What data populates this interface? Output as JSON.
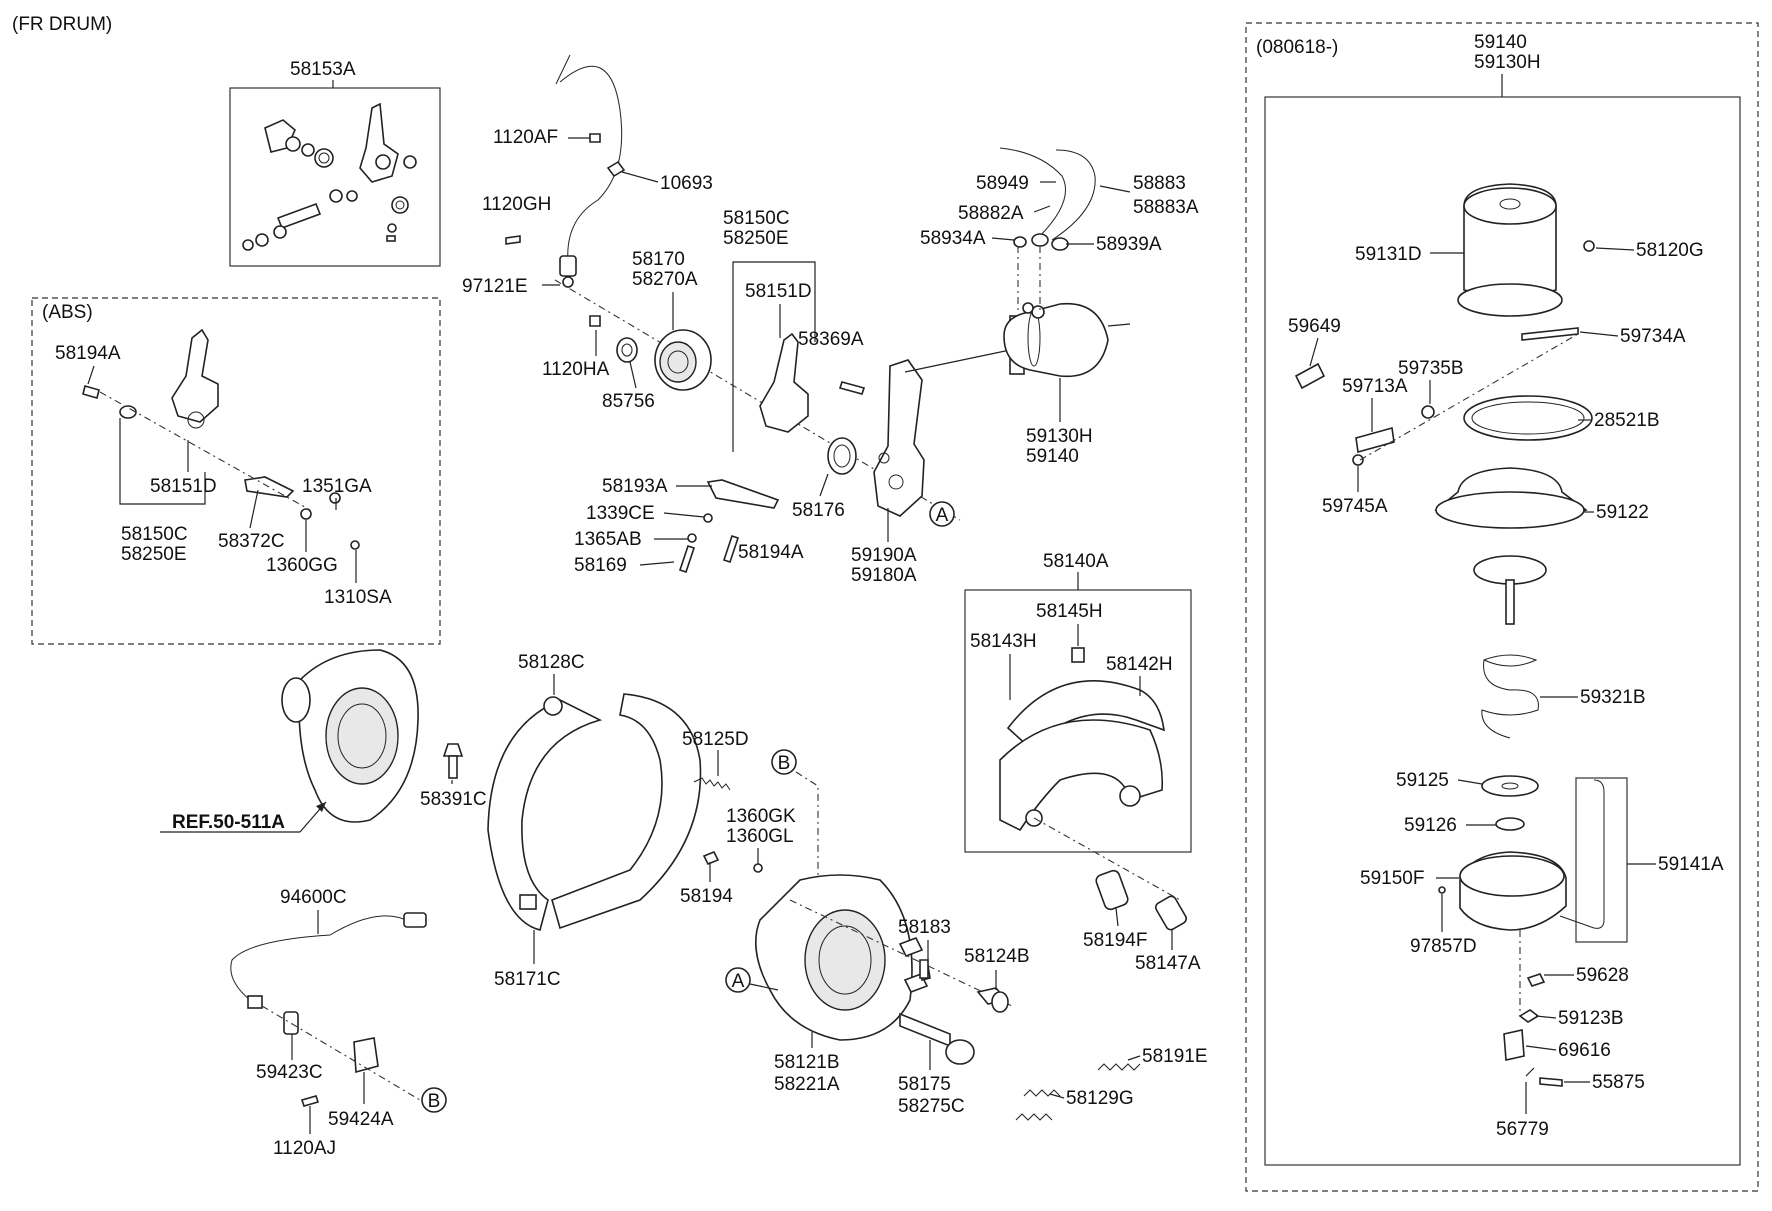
{
  "title": "(FR DRUM)",
  "abs_title": "(ABS)",
  "variant_title": "(080618-)",
  "ref_label": "REF.50-511A",
  "markers": {
    "a": "A",
    "b": "B"
  },
  "labels": {
    "p58153A": "58153A",
    "p1120AF": "1120AF",
    "p10693": "10693",
    "p1120GH": "1120GH",
    "p97121E": "97121E",
    "p1120HA": "1120HA",
    "p58170": "58170",
    "p58270A": "58270A",
    "p85756": "85756",
    "p58150C_top": "58150C",
    "p58250E_top": "58250E",
    "p58151D_top": "58151D",
    "p58369A": "58369A",
    "p58193A": "58193A",
    "p1339CE": "1339CE",
    "p1365AB": "1365AB",
    "p58169": "58169",
    "p58194A_mid": "58194A",
    "p58176": "58176",
    "p59190A": "59190A",
    "p59180A": "59180A",
    "p58949": "58949",
    "p58882A": "58882A",
    "p58934A": "58934A",
    "p58883": "58883",
    "p58883A": "58883A",
    "p58939A": "58939A",
    "p59130H_mid": "59130H",
    "p59140_mid": "59140",
    "p58194A_abs": "58194A",
    "p58151D_abs": "58151D",
    "p58150C_abs": "58150C",
    "p58250E_abs": "58250E",
    "p58372C": "58372C",
    "p1351GA": "1351GA",
    "p1360GG": "1360GG",
    "p1310SA": "1310SA",
    "p58391C": "58391C",
    "p58128C": "58128C",
    "p58125D": "58125D",
    "p1360GK": "1360GK",
    "p1360GL": "1360GL",
    "p58194": "58194",
    "p58171C": "58171C",
    "p94600C": "94600C",
    "p59423C": "59423C",
    "p59424A": "59424A",
    "p1120AJ": "1120AJ",
    "p58183": "58183",
    "p58124B": "58124B",
    "p58121B": "58121B",
    "p58221A": "58221A",
    "p58175": "58175",
    "p58275C": "58275C",
    "p58191E": "58191E",
    "p58129G": "58129G",
    "p58140A": "58140A",
    "p58145H": "58145H",
    "p58143H": "58143H",
    "p58142H": "58142H",
    "p58194F": "58194F",
    "p58147A": "58147A",
    "p59140_top": "59140",
    "p59130H_top": "59130H",
    "p59131D": "59131D",
    "p58120G": "58120G",
    "p59649": "59649",
    "p59734A": "59734A",
    "p59735B": "59735B",
    "p59713A": "59713A",
    "p28521B": "28521B",
    "p59745A": "59745A",
    "p59122": "59122",
    "p59321B": "59321B",
    "p59125": "59125",
    "p59126": "59126",
    "p59150F": "59150F",
    "p59141A": "59141A",
    "p97857D": "97857D",
    "p59628": "59628",
    "p59123B": "59123B",
    "p69616": "69616",
    "p55875": "55875",
    "p56779": "56779"
  }
}
